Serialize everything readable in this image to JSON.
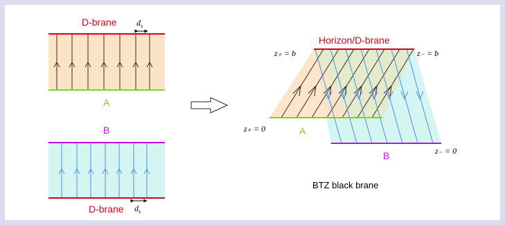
{
  "labels": {
    "top_brane": "D-brane",
    "bottom_brane": "D-brane",
    "ds_top": "d",
    "ds_top_sub": "s",
    "ds_bottom": "d",
    "ds_bottom_sub": "s",
    "region_a_left": "A",
    "region_b_left": "B",
    "horizon": "Horizon/D-brane",
    "zplus_b": "z₊ = b",
    "zminus_b": "z₋ = b",
    "zplus_0": "z₊ = 0",
    "zminus_0": "z₋ = 0",
    "region_a_right": "A",
    "region_b_right": "B",
    "caption": "BTZ black brane"
  },
  "colors": {
    "background": "#dcdcef",
    "panel": "#ffffff",
    "brane_red": "#d0021b",
    "a_green": "#7ed321",
    "b_purple": "#bd10e0",
    "orange_fill": "#fbe3c6",
    "cyan_fill": "#d5f5f2",
    "black_line": "#3a2a20",
    "blue_line": "#4a90e2"
  },
  "icons": [
    "right-arrow-icon"
  ]
}
